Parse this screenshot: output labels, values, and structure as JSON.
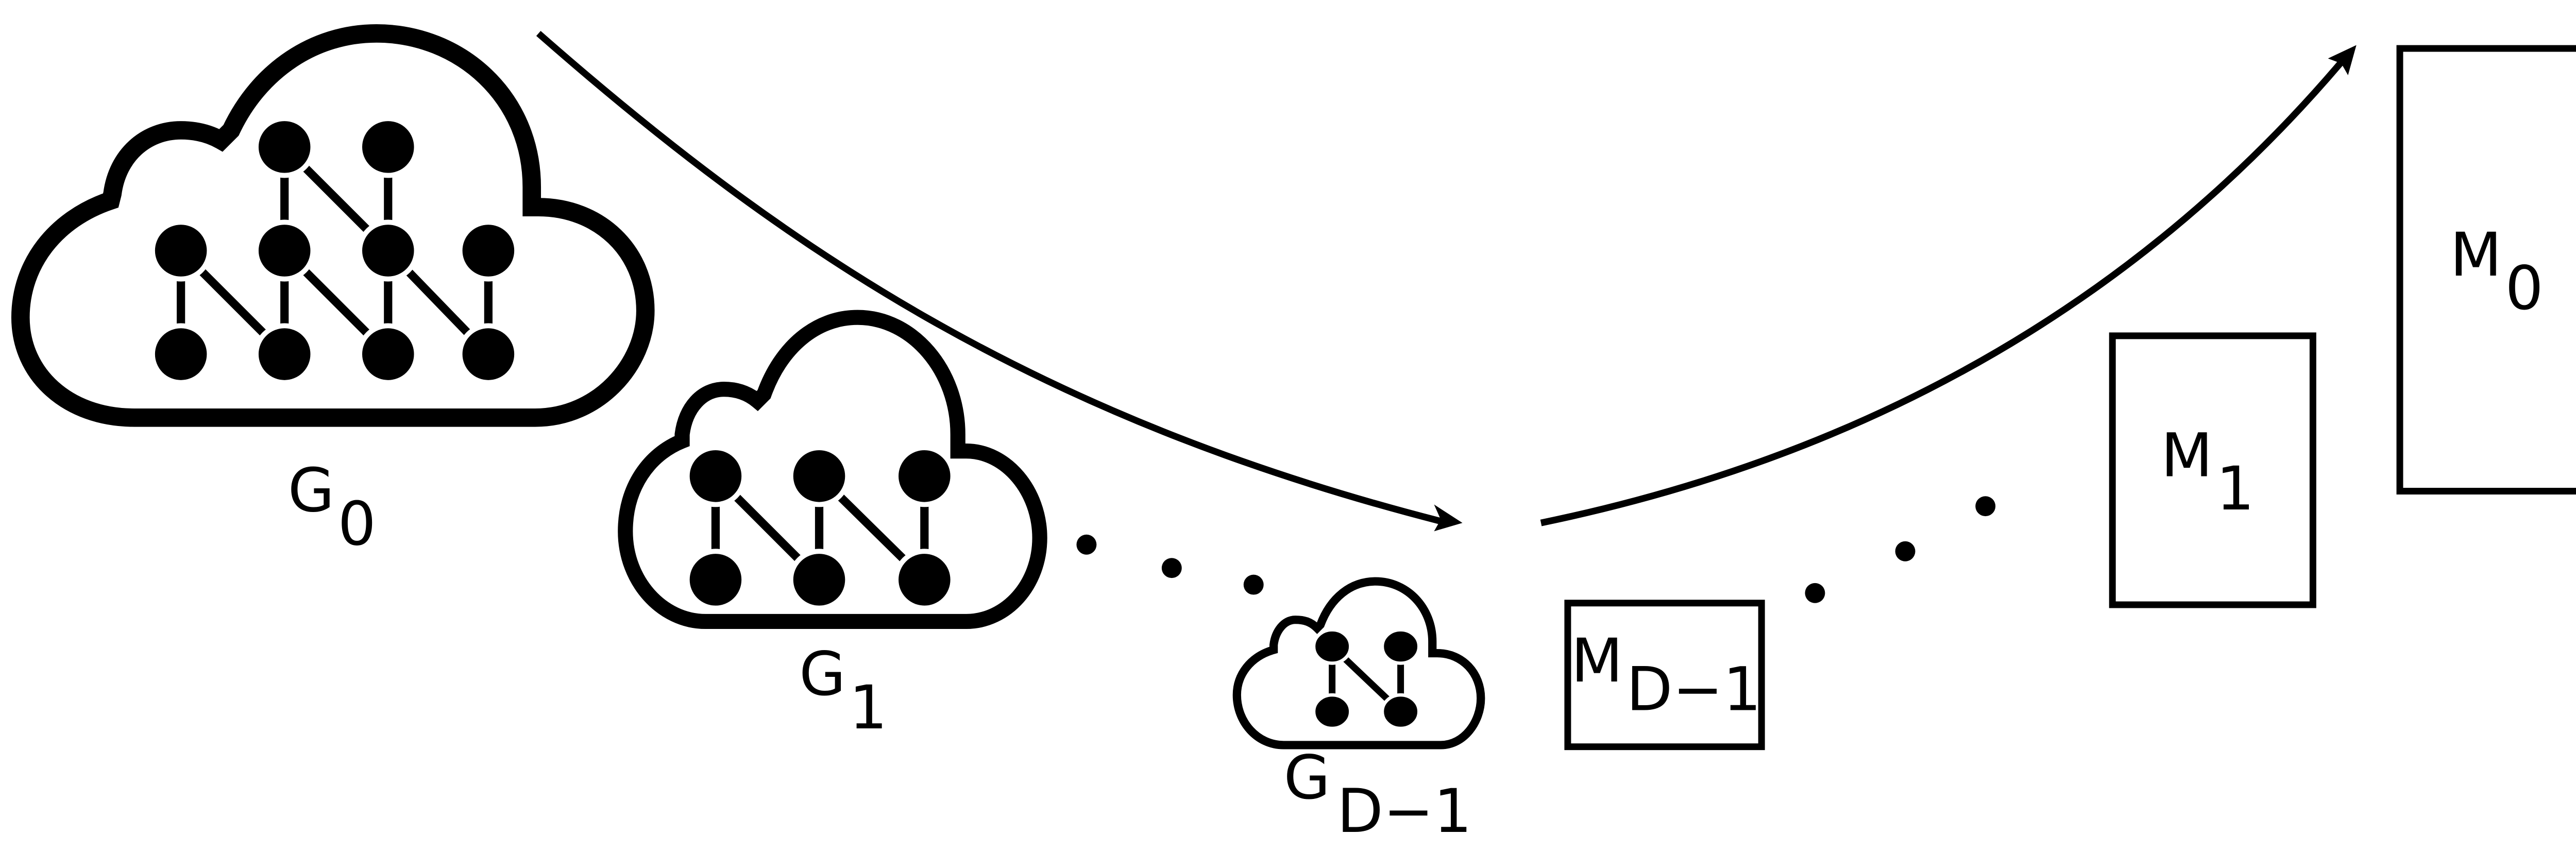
{
  "colors": {
    "stroke": "#000000",
    "fill": "#000000",
    "background": "#ffffff"
  },
  "clouds": [
    {
      "letter": "G",
      "subscript": "0"
    },
    {
      "letter": "G",
      "subscript": "1"
    },
    {
      "letter": "G",
      "subscript": "D−1"
    }
  ],
  "boxes": [
    {
      "letter": "M",
      "subscript": "D−1"
    },
    {
      "letter": "M",
      "subscript": "1"
    },
    {
      "letter": "M",
      "subscript": "0"
    }
  ]
}
